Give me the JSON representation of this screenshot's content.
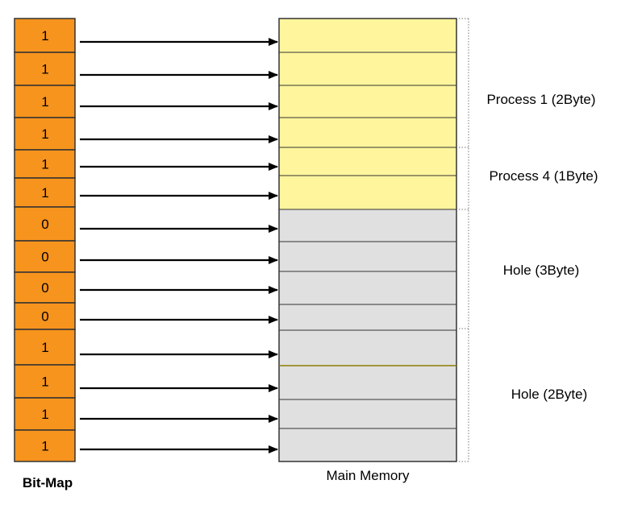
{
  "bitmap": {
    "caption": "Bit-Map",
    "bits": [
      "1",
      "1",
      "1",
      "1",
      "1",
      "1",
      "0",
      "0",
      "0",
      "0",
      "1",
      "1",
      "1",
      "1"
    ]
  },
  "memory": {
    "caption": "Main Memory",
    "cells": [
      "process",
      "process",
      "process",
      "process",
      "process",
      "process",
      "hole",
      "hole",
      "hole",
      "hole",
      "hole",
      "hole",
      "hole",
      "hole"
    ]
  },
  "regions": [
    {
      "label": "Process 1 (2Byte)"
    },
    {
      "label": "Process 4 (1Byte)"
    },
    {
      "label": "Hole (3Byte)"
    },
    {
      "label": "Hole (2Byte)"
    }
  ],
  "colors": {
    "bit_cell": "#f7941d",
    "process_cell": "#fff59d",
    "hole_cell": "#e0e0e0",
    "arrow": "#000000",
    "divider_highlight": "#8b7d00"
  }
}
